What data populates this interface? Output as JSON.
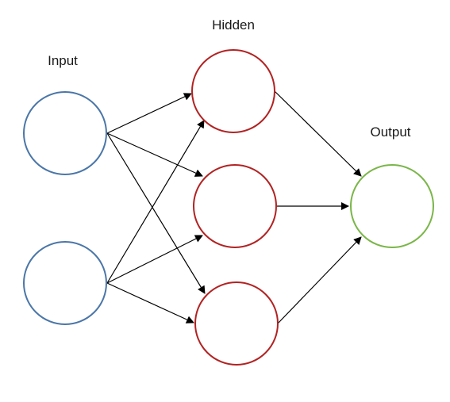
{
  "layers": {
    "input": {
      "label": "Input",
      "node_color": "#4a76a8",
      "node_count": 2
    },
    "hidden": {
      "label": "Hidden",
      "node_color": "#b22222",
      "node_count": 3
    },
    "output": {
      "label": "Output",
      "node_color": "#7ab648",
      "node_count": 1
    }
  },
  "edge_color": "#000000"
}
